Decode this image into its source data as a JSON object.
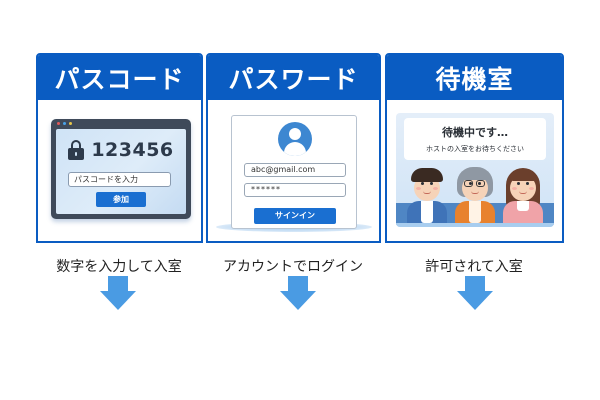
{
  "colors": {
    "header_blue": "#0a5cc2",
    "button_blue": "#1a6fd1",
    "arrow_blue": "#4a9be3",
    "screen_light_blue": "#cfe3f6"
  },
  "panels": [
    {
      "title": "パスコード",
      "caption": "数字を入力して入室",
      "illustration": {
        "type": "laptop-window",
        "window_dots": [
          "#e05a5a",
          "#4aa3e8",
          "#e6c54a"
        ],
        "icon": "lock-icon",
        "code": "123456",
        "input_placeholder": "パスコードを入力",
        "button_label": "参加"
      }
    },
    {
      "title": "パスワード",
      "caption": "アカウントでログイン",
      "illustration": {
        "type": "sign-in-card",
        "icon": "user-avatar-icon",
        "email_value": "abc@gmail.com",
        "password_value": "******",
        "button_label": "サインイン"
      }
    },
    {
      "title": "待機室",
      "caption": "許可されて入室",
      "illustration": {
        "type": "waiting-room",
        "status_title": "待機中です…",
        "status_message": "ホストの入室をお待ちください",
        "people": [
          {
            "name": "young-man",
            "hair": "#3a2a22",
            "clothes": "#3f73b8"
          },
          {
            "name": "older-woman-glasses",
            "hair": "#8f98a3",
            "clothes": "#e8822e"
          },
          {
            "name": "young-woman",
            "hair": "#6b3f2c",
            "clothes": "#f0a3a8"
          }
        ]
      }
    }
  ],
  "arrows": [
    "arrow-down-icon",
    "arrow-down-icon",
    "arrow-down-icon"
  ]
}
